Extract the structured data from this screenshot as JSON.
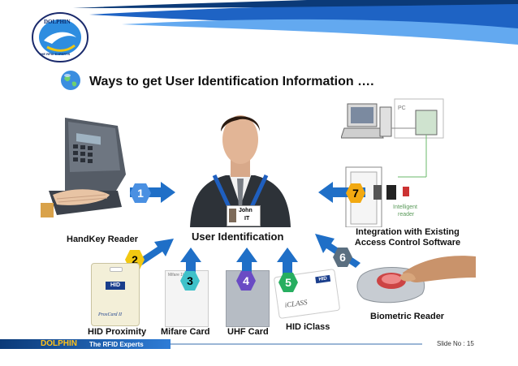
{
  "slide": {
    "title": "Ways to get User Identification Information ….",
    "center_label": "User Identification",
    "badge_name": "John",
    "badge_dept": "IT",
    "logo_text": "DOLPHIN",
    "logo_ring": "THE RFID EXPERTS",
    "footer": {
      "brand": "DOLPHIN",
      "tagline": "The RFID Experts",
      "slide_no": "Slide No : 15"
    }
  },
  "sources": [
    {
      "num": "1",
      "label": "HandKey Reader",
      "color": "#4a90e2"
    },
    {
      "num": "2",
      "label": "HID Proximity",
      "color": "#f2c811"
    },
    {
      "num": "3",
      "label": "Mifare Card",
      "color": "#3fc1c9"
    },
    {
      "num": "4",
      "label": "UHF Card",
      "color": "#6a4bc4"
    },
    {
      "num": "5",
      "label": "HID iClass",
      "color": "#27ae60"
    },
    {
      "num": "6",
      "label": "Biometric Reader",
      "color": "#5b6f80"
    },
    {
      "num": "7",
      "label": "Integration with Existing Access Control Software",
      "color": "#f2a911"
    }
  ],
  "integration_line1": "Integration with Existing",
  "integration_line2": "Access Control Software",
  "diagram_labels": {
    "pc": "PC",
    "intelligent1": "Intelligent",
    "intelligent2": "reader"
  },
  "card_text": {
    "hid_logo": "HID",
    "proxcard": "ProxCard II",
    "iclass": "iCLASS",
    "mifare": "Mifare 1K"
  },
  "colors": {
    "arrow_blue": "#1f6fc7",
    "header_blue": "#1565c0",
    "footer_dark": "#0b3a78"
  }
}
